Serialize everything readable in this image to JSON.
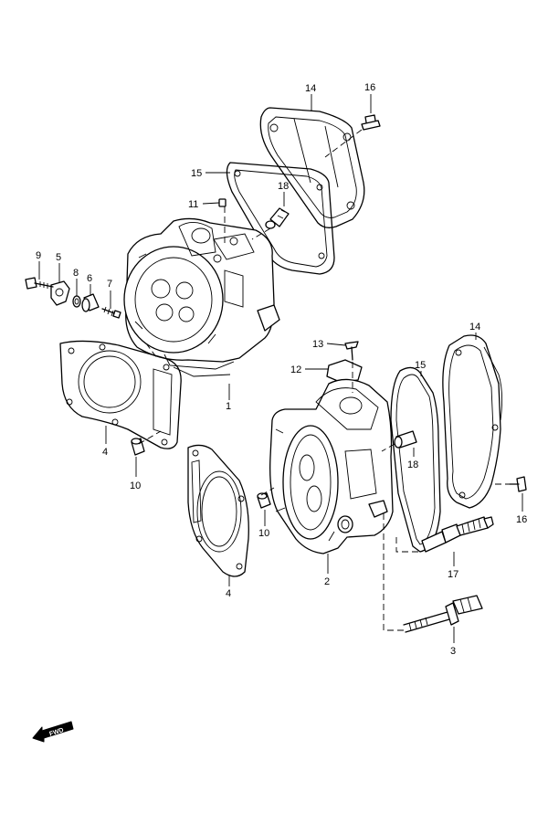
{
  "callouts": {
    "c1": "1",
    "c2": "2",
    "c3": "3",
    "c4a": "4",
    "c4b": "4",
    "c5": "5",
    "c6": "6",
    "c7": "7",
    "c8": "8",
    "c9": "9",
    "c10a": "10",
    "c10b": "10",
    "c11": "11",
    "c12": "12",
    "c13": "13",
    "c14a": "14",
    "c14b": "14",
    "c15a": "15",
    "c15b": "15",
    "c16a": "16",
    "c16b": "16",
    "c17": "17",
    "c18a": "18",
    "c18b": "18"
  },
  "fwd_label": "FWD"
}
